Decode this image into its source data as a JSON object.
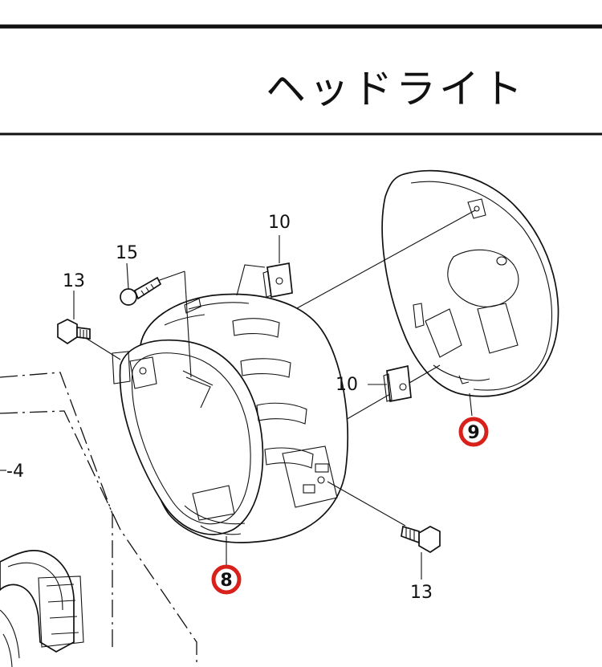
{
  "header": {
    "title": "ヘッドライト"
  },
  "labels": {
    "screw_15": "15",
    "bolt_13_top": "13",
    "nut_10_top": "10",
    "nut_10_mid": "10",
    "bolt_13_bottom": "13",
    "ref_4": "-4"
  },
  "badges": {
    "part_9": "9",
    "part_8": "8"
  },
  "colors": {
    "badge_ring": "#d9211b",
    "line": "#111111"
  }
}
